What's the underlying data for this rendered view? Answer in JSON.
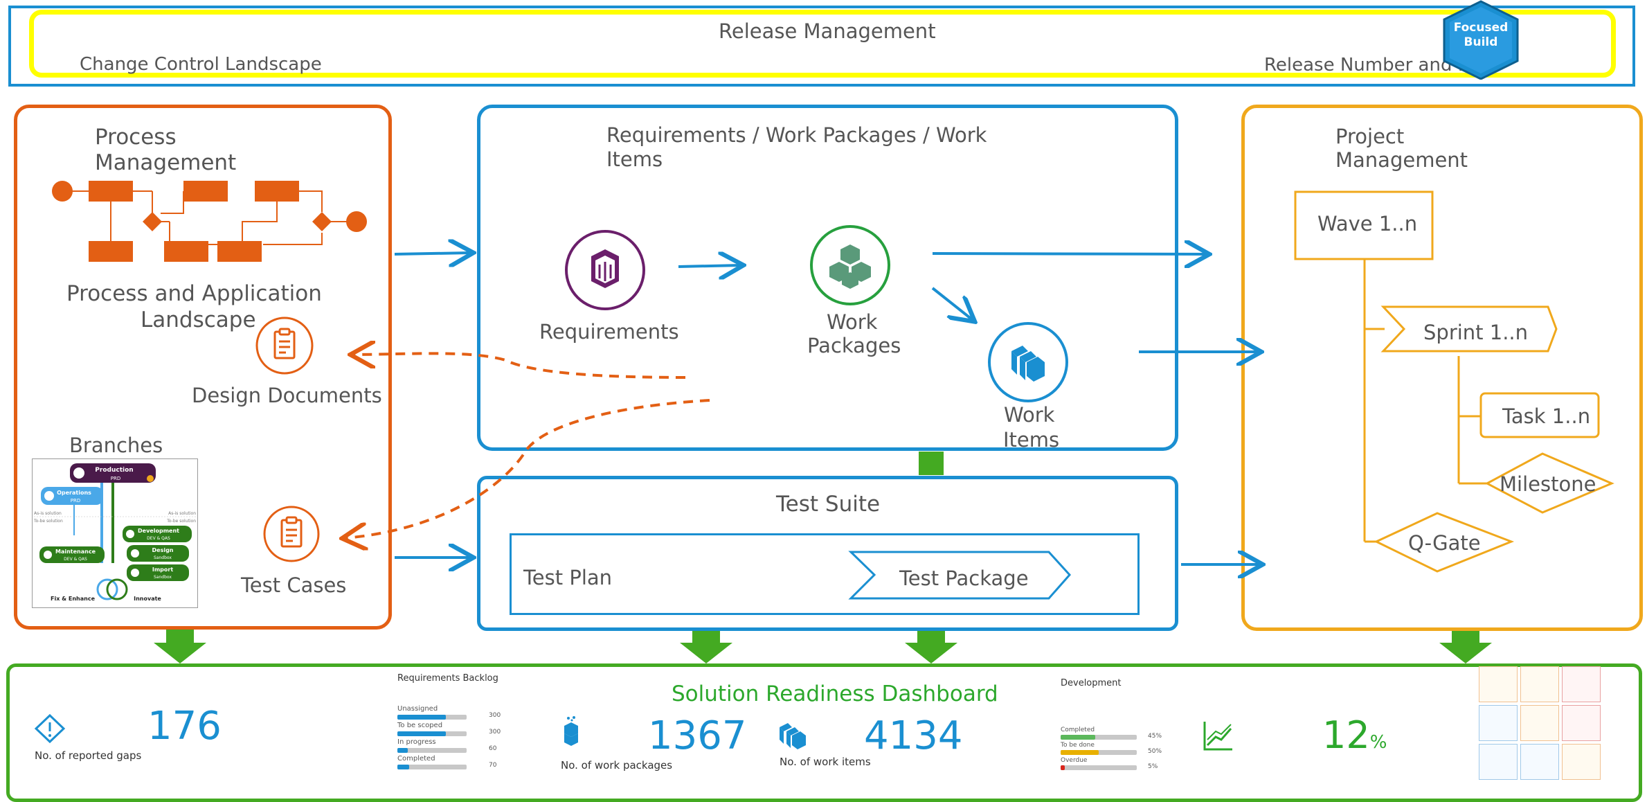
{
  "header": {
    "title": "Release Management",
    "left_label": "Change Control Landscape",
    "right_label": "Release Number and Date",
    "badge_line1": "Focused",
    "badge_line2": "Build"
  },
  "process": {
    "title_line1": "Process",
    "title_line2": "Management",
    "landscape_line1": "Process and Application",
    "landscape_line2": "Landscape",
    "design_documents": "Design Documents",
    "branches": "Branches",
    "test_cases": "Test Cases",
    "branch_diagram": {
      "production": "Production",
      "production_sub": "PRD",
      "operations": "Operations",
      "operations_sub": "PRD",
      "as_is_left": "As-is solution",
      "to_be_left": "To-be solution",
      "as_is_right": "As-is solution",
      "to_be_right": "To-be solution",
      "development": "Development",
      "development_sub": "DEV & QAS",
      "maintenance": "Maintenance",
      "maintenance_sub": "DEV & QAS",
      "design": "Design",
      "design_sub": "Sandbox",
      "import": "Import",
      "import_sub": "Sandbox",
      "fix_enhance": "Fix & Enhance",
      "innovate": "Innovate"
    }
  },
  "requirements": {
    "title_line1": "Requirements / Work Packages / Work",
    "title_line2": "Items",
    "req_label": "Requirements",
    "wp_line1": "Work",
    "wp_line2": "Packages",
    "wi_line1": "Work",
    "wi_line2": "Items"
  },
  "test_suite": {
    "title": "Test Suite",
    "test_plan": "Test Plan",
    "test_package": "Test Package"
  },
  "project": {
    "title_line1": "Project",
    "title_line2": "Management",
    "wave": "Wave 1..n",
    "sprint": "Sprint 1..n",
    "task": "Task 1..n",
    "milestone": "Milestone",
    "qgate": "Q-Gate"
  },
  "dashboard": {
    "title": "Solution Readiness Dashboard",
    "gaps_value": "176",
    "gaps_label": "No. of reported gaps",
    "backlog_title": "Requirements Backlog",
    "backlog": [
      {
        "label": "Unassigned",
        "value": "300",
        "fill": 0.7
      },
      {
        "label": "To be scoped",
        "value": "300",
        "fill": 0.7
      },
      {
        "label": "In progress",
        "value": "60",
        "fill": 0.15
      },
      {
        "label": "Completed",
        "value": "70",
        "fill": 0.17
      }
    ],
    "wp_value": "1367",
    "wp_label": "No. of work packages",
    "wi_value": "4134",
    "wi_label": "No. of work items",
    "dev_title": "Development",
    "dev": [
      {
        "label": "Completed",
        "value": "45%",
        "fill": 0.45,
        "color": "#5cb85c"
      },
      {
        "label": "To be done",
        "value": "50%",
        "fill": 0.5,
        "color": "#e8b000"
      },
      {
        "label": "Overdue",
        "value": "5%",
        "fill": 0.05,
        "color": "#d9261c"
      }
    ],
    "pct_value": "12",
    "pct_unit": "%"
  },
  "colors": {
    "blue": "#1a8fd1",
    "orange": "#e35f14",
    "amber": "#f0a81c",
    "green": "#44aa22",
    "purple": "#6b1f6b",
    "yellow": "#ffff00"
  }
}
